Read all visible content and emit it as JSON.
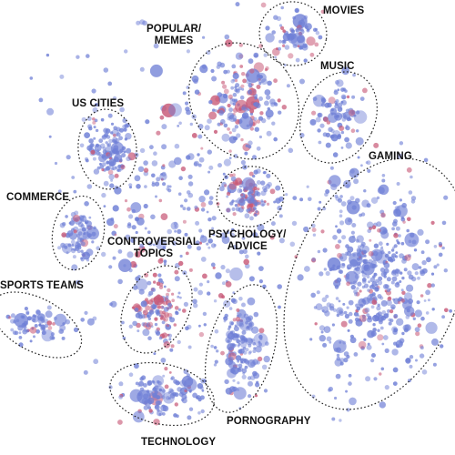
{
  "colors": {
    "blue_node": "#6f7fd6",
    "red_node": "#c85a78",
    "outline": "#222222",
    "label": "#111111"
  },
  "clusters": {
    "movies": [
      "MOVIES"
    ],
    "popular_memes": [
      "POPULAR/",
      "MEMES"
    ],
    "music": [
      "MUSIC"
    ],
    "us_cities": [
      "US CITIES"
    ],
    "gaming": [
      "GAMING"
    ],
    "commerce": [
      "COMMERCE"
    ],
    "psychology_advice": [
      "PSYCHOLOGY/",
      "ADVICE"
    ],
    "controversial_topics": [
      "CONTROVERSIAL",
      "TOPICS"
    ],
    "sports_teams": [
      "SPORTS TEAMS"
    ],
    "pornography": [
      "PORNOGRAPHY"
    ],
    "technology": [
      "TECHNOLOGY"
    ]
  }
}
